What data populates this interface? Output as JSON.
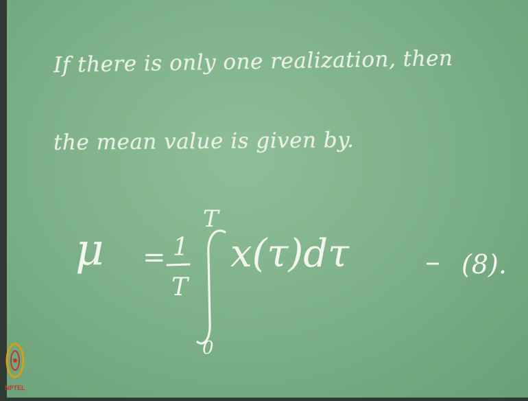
{
  "board": {
    "line1": "If there is only one realization, then",
    "line2": "the mean value is given by.",
    "equation": {
      "lhs": "μ",
      "equals": "=",
      "frac_num": "1",
      "frac_den": "T",
      "upper_limit": "T",
      "lower_limit": "0",
      "integrand": "x(τ)dτ",
      "dash": "–",
      "eq_number": "(8)."
    }
  },
  "logo": {
    "label": "NPTEL",
    "color": "#c0392b"
  }
}
